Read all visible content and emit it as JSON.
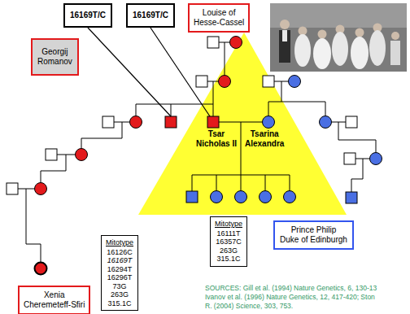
{
  "diagram": {
    "nodes": [
      {
        "text": [
          "16169T/C"
        ]
      },
      {
        "text": [
          "16169T/C"
        ]
      },
      {
        "text": [
          "Louise of Hesse-Cassel"
        ]
      },
      {
        "text": [
          "Georgij Romanov"
        ]
      },
      {
        "text": [
          "Prince Philip Duke of Edinburgh"
        ]
      },
      {
        "text": [
          "Xenia Cheremeteff-Sfiri"
        ]
      },
      {
        "text": [
          "Mitotype",
          "16111T 16357C 263G 315.1C"
        ]
      },
      {
        "text": [
          "Mitotype",
          "16126C 16169T 16294T 16296T 73G 263G 315.1C"
        ]
      }
    ],
    "labels": [
      "Tsar Nicholas II",
      "Tsarina Alexandra",
      "SOURCES: Gill et al. (1994) Nature Genetics, 6, 130-13",
      "Ivanov et al. (1996) Nature Genetics, 12, 417-420; Ston",
      "R. (2004) Science, 303, 753."
    ]
  }
}
